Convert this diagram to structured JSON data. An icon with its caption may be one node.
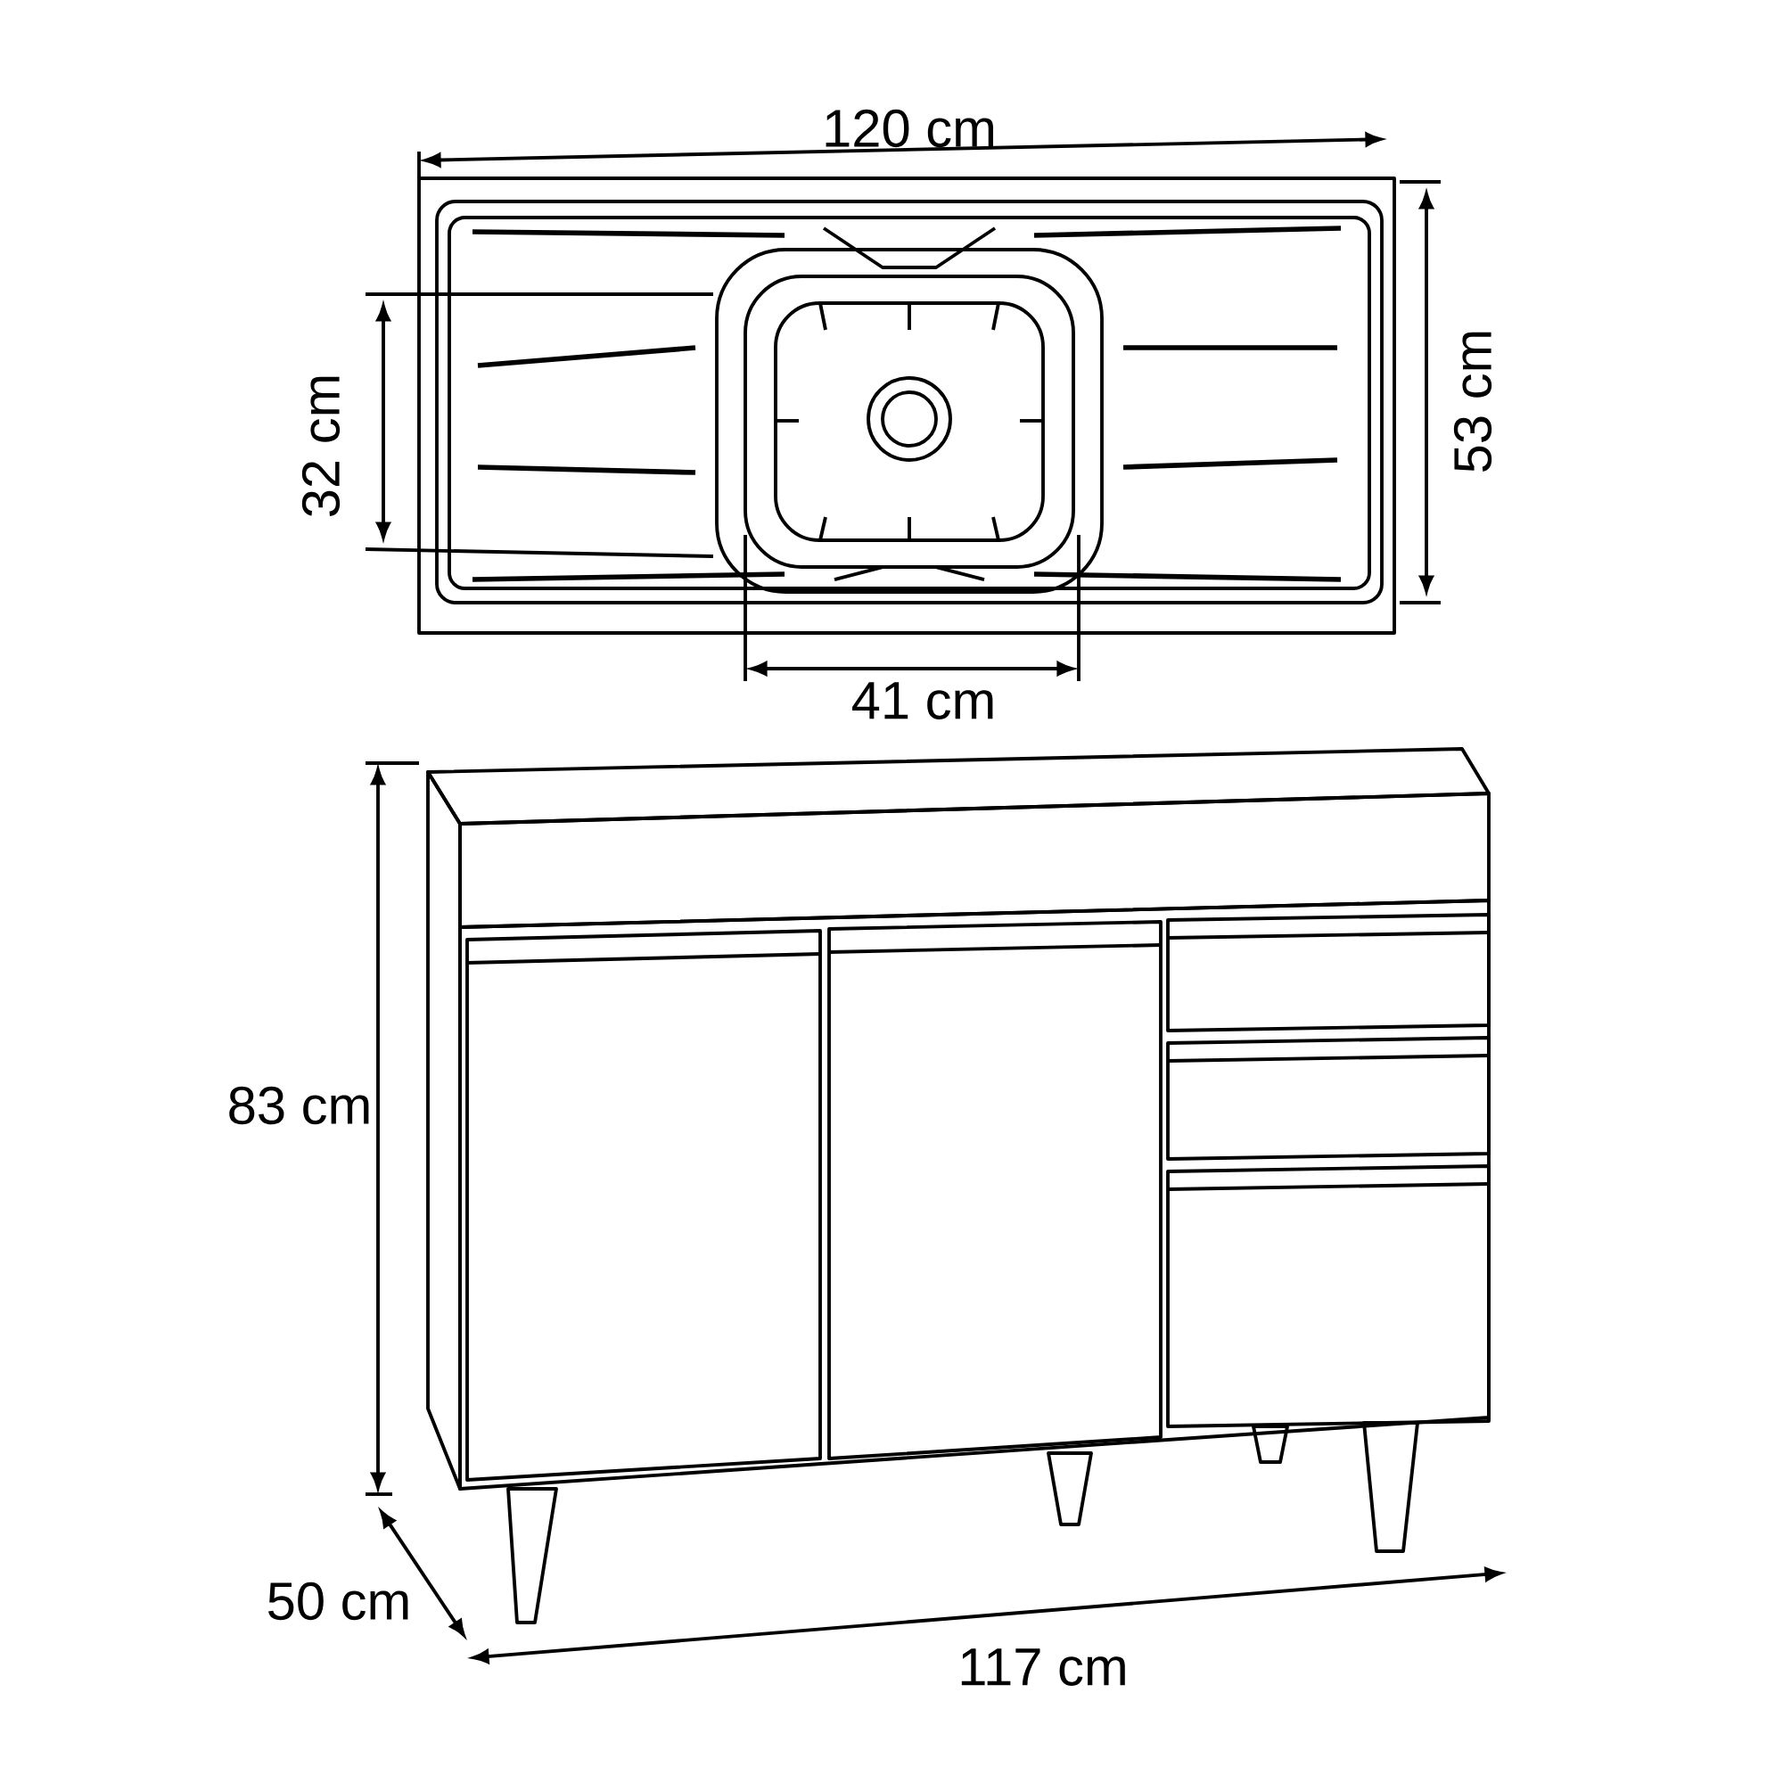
{
  "diagram": {
    "labels": [
      "120 cm",
      "53 cm",
      "32 cm",
      "41 cm",
      "83 cm",
      "50 cm",
      "117 cm"
    ]
  }
}
